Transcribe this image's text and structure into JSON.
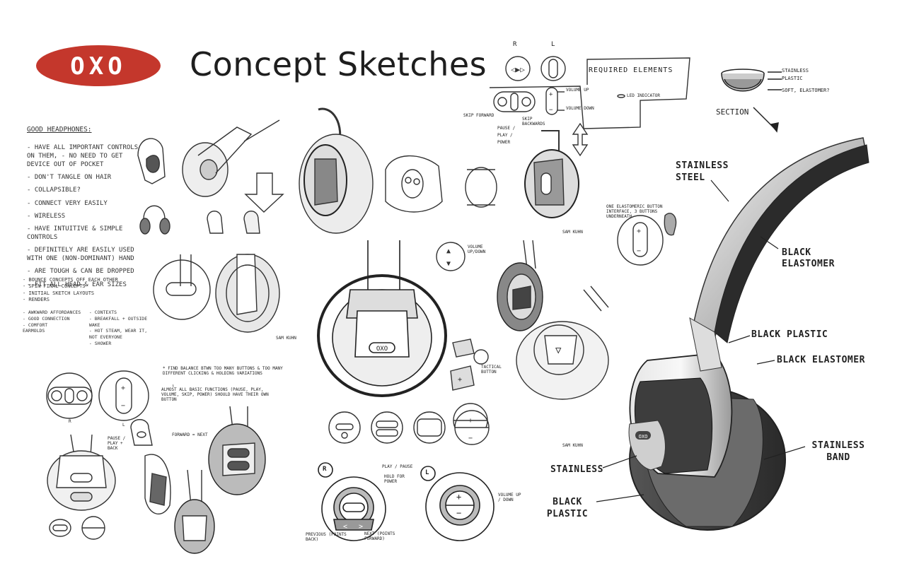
{
  "logo": {
    "text": "OXO",
    "color": "#c4372c"
  },
  "page": {
    "title": "Concept Sketches"
  },
  "notes": {
    "heading": "Good headphones:",
    "items": [
      "- Have all important controls on them, - no need to get device out of pocket",
      "- Don't tangle on hair",
      "- Collapsible?",
      "- Connect very easily",
      "- Wireless",
      "- Have intuitive & simple controls",
      "- Definitely are easily used with one (non-dominant) hand",
      "- Are tough & can be dropped",
      "- Fit all head & ear sizes"
    ],
    "process": [
      "- Bounce concepts off each other",
      "- Spin final concepts",
      "- Initial sketch layouts",
      "- Renders"
    ],
    "awkward_title": "- Awkward affordances",
    "awkward": [
      "- Good connection",
      "- Comfort"
    ],
    "contexts_title": "- Contexts",
    "contexts": [
      "- Breakfall + outside wake",
      "- Hot steam, wear it, not everyone",
      "- Shower"
    ],
    "earmolds": "Earmolds"
  },
  "required": {
    "r_label": "R",
    "l_label": "L",
    "title": "Required elements",
    "volume_up": "Volume up",
    "volume_down": "Volume down",
    "led": "LED indicator",
    "skip_forward": "Skip forward",
    "skip_backwards": "Skip backwards",
    "pause_play": "Pause / play / power"
  },
  "notes_mid": {
    "find_balance": "* Find balance btwn too many buttons & too many different clicking & holding variations",
    "arrow": "↓",
    "almost_all": "Almost all basic functions (pause, play, volume, skip, power) should have their own button",
    "forward": "Forward = next",
    "pause_play_back": "Pause / play + back",
    "r_small": "R",
    "l_small": "L"
  },
  "callouts": {
    "volume_updown": "Volume up/down",
    "tactile": "Tactical button",
    "one_elastomeric": "One elastomeric button interface, 3 buttons underneath",
    "play_pause": "Play / pause",
    "hold_power": "Hold for power",
    "previous": "Previous (points back)",
    "next": "Next (points forward)",
    "volume_side": "Volume up / down",
    "r_circle": "R",
    "l_circle": "L",
    "signature": "Sam Kuhn"
  },
  "section": {
    "stainless": "Stainless",
    "plastic": "Plastic",
    "soft": "Soft, elastomer?",
    "label": "Section"
  },
  "render_labels": {
    "stainless_steel": "Stainless steel",
    "black_elastomer": "Black elastomer",
    "black_plastic": "Black plastic",
    "black_elastomer2": "Black elastomer",
    "stainless_band": "Stainless band",
    "stainless": "Stainless",
    "black_plastic2": "Black plastic",
    "oxo_badge": "OXO"
  },
  "colors": {
    "ink": "#222222",
    "marker_gray": "#8a8a8a",
    "dark_gray": "#3b3b3b",
    "brand_red": "#c4372c"
  }
}
